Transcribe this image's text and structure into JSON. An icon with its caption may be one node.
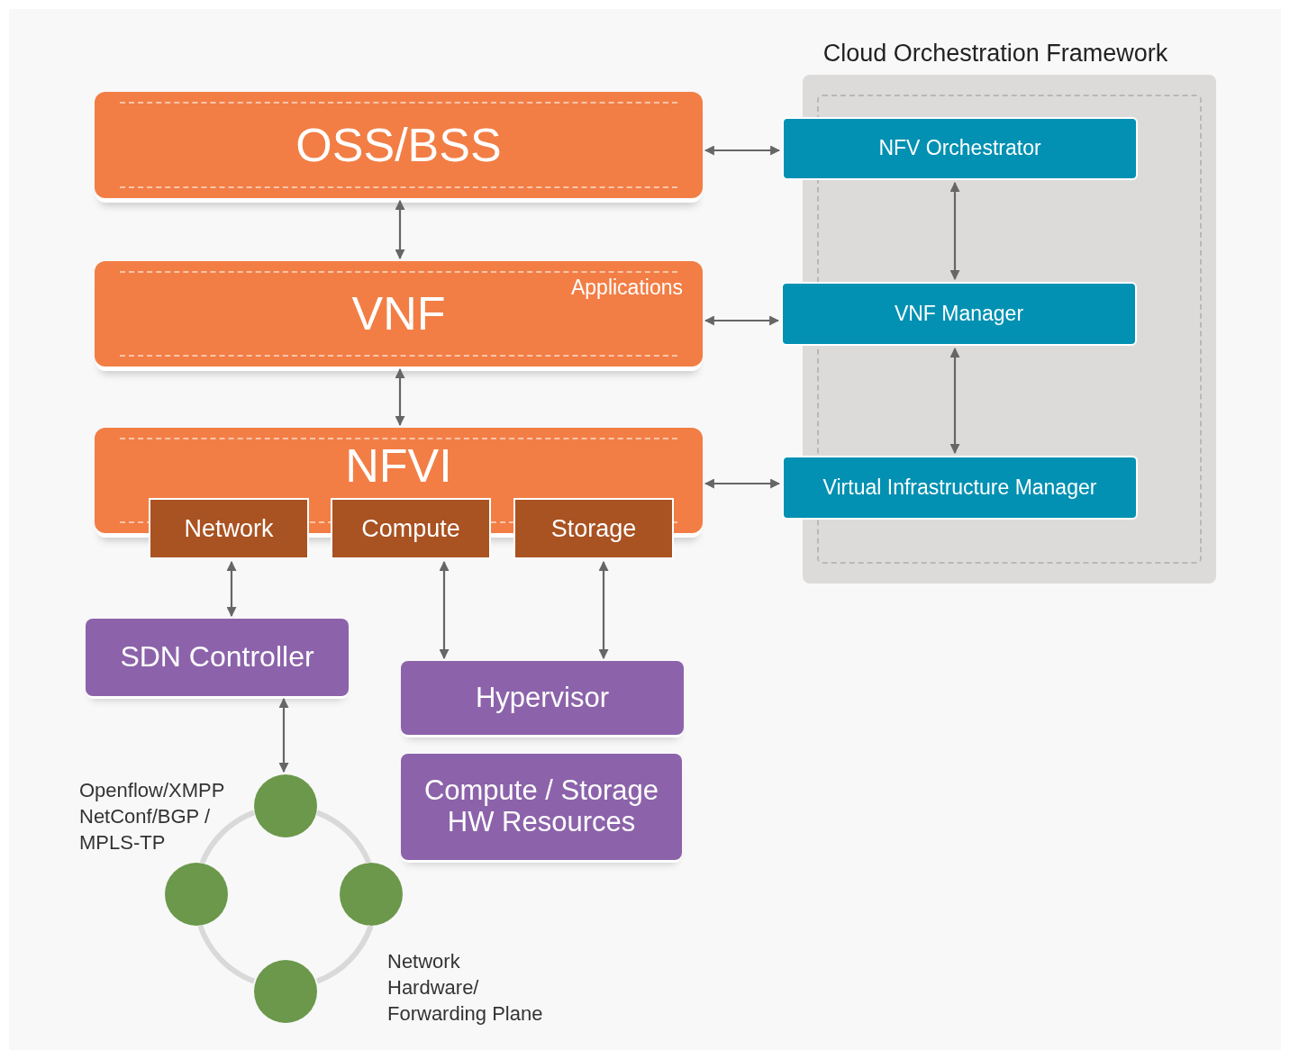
{
  "diagram": {
    "nodes": [
      {
        "text": [
          "Cloud Orchestration Framework"
        ]
      },
      {
        "text": [
          "NFV Orchestrator"
        ],
        "in": 0
      },
      {
        "text": [
          "VNF Manager"
        ],
        "in": 0
      },
      {
        "text": [
          "Virtual Infrastructure Manager"
        ],
        "in": 0
      },
      {
        "text": [
          "OSS/BSS"
        ]
      },
      {
        "text": [
          "VNF",
          "Applications"
        ]
      },
      {
        "text": [
          "NFVI"
        ]
      },
      {
        "text": [
          "Network"
        ]
      },
      {
        "text": [
          "Compute"
        ]
      },
      {
        "text": [
          "Storage"
        ]
      },
      {
        "text": [
          "SDN Controller"
        ]
      },
      {
        "text": [
          "Hypervisor"
        ]
      },
      {
        "text": [
          "Compute / Storage HW Resources"
        ]
      },
      {
        "text": [],
        "shape": "circle"
      },
      {
        "text": [],
        "shape": "circle"
      },
      {
        "text": [],
        "shape": "circle"
      },
      {
        "text": [],
        "shape": "circle"
      }
    ],
    "edges": [
      {
        "from": 4,
        "to": 1,
        "arrow": "both"
      },
      {
        "from": 5,
        "to": 2,
        "arrow": "both"
      },
      {
        "from": 6,
        "to": 3,
        "arrow": "both"
      },
      {
        "from": 1,
        "to": 2,
        "arrow": "both"
      },
      {
        "from": 2,
        "to": 3,
        "arrow": "both"
      },
      {
        "from": 4,
        "to": 5,
        "arrow": "both"
      },
      {
        "from": 5,
        "to": 6,
        "arrow": "both"
      },
      {
        "from": 7,
        "to": 10,
        "arrow": "both"
      },
      {
        "from": 8,
        "to": 11,
        "arrow": "both"
      },
      {
        "from": 9,
        "to": 11,
        "arrow": "both"
      },
      {
        "from": 10,
        "to": 13,
        "arrow": "both"
      },
      {
        "from": 13,
        "to": 14,
        "arrow": "none",
        "style": "thick",
        "color": "#d9d9d9"
      },
      {
        "from": 13,
        "to": 15,
        "arrow": "none",
        "style": "thick",
        "color": "#d9d9d9"
      },
      {
        "from": 14,
        "to": 16,
        "arrow": "none",
        "style": "thick",
        "color": "#d9d9d9"
      },
      {
        "from": 15,
        "to": 16,
        "arrow": "none",
        "style": "thick",
        "color": "#d9d9d9"
      }
    ],
    "labels": [
      "Openflow/XMPP NetConf/BGP / MPLS-TP",
      "Network Hardware/ Forwarding Plane"
    ]
  }
}
